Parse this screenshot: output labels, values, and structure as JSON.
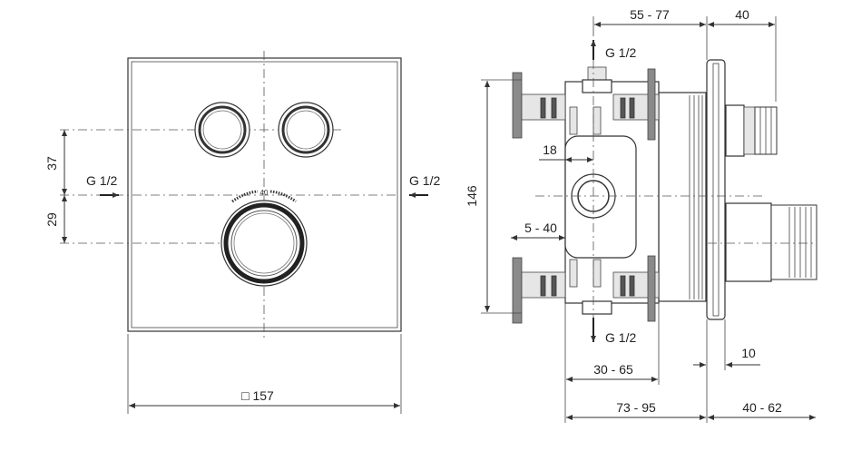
{
  "front_view": {
    "thread_left": "G 1/2",
    "thread_right": "G 1/2",
    "dim_upper": "37",
    "dim_lower": "29",
    "dim_width": "□ 157",
    "dial_mark": "40"
  },
  "side_view": {
    "dim_top_range": "55 - 77",
    "dim_top_right": "40",
    "thread_top": "G 1/2",
    "thread_bottom": "G 1/2",
    "dim_height": "146",
    "dim_18": "18",
    "dim_5_40": "5 - 40",
    "dim_30_65": "30 - 65",
    "dim_73_95": "73 - 95",
    "dim_10": "10",
    "dim_40_62": "40 - 62"
  }
}
